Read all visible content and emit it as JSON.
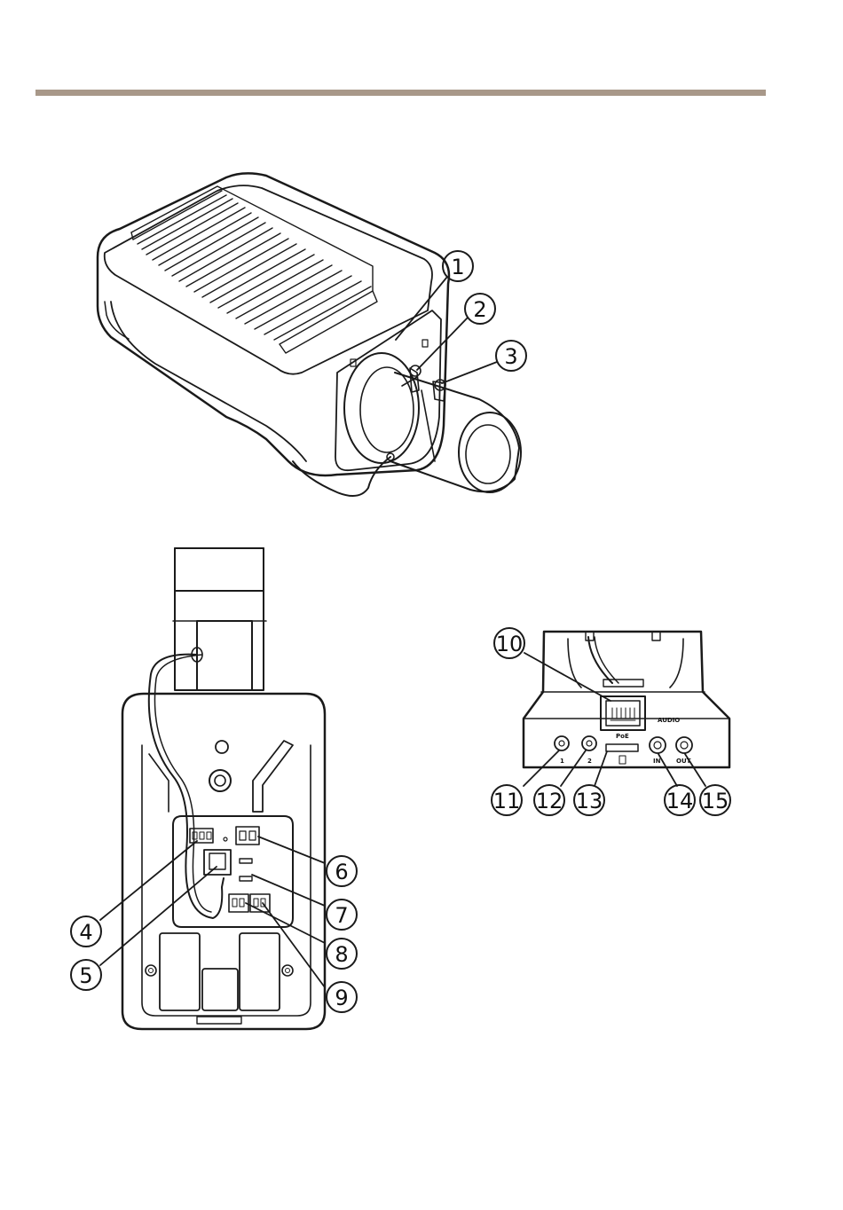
{
  "colors": {
    "rule": "#a89889",
    "line": "#1a1a1a"
  },
  "callouts": {
    "c1": "1",
    "c2": "2",
    "c3": "3",
    "c4": "4",
    "c5": "5",
    "c6": "6",
    "c7": "7",
    "c8": "8",
    "c9": "9",
    "c10": "10",
    "c11": "11",
    "c12": "12",
    "c13": "13",
    "c14": "14",
    "c15": "15"
  },
  "connector_labels": {
    "poe": "PoE",
    "audio": "AUDIO",
    "in_1": "1",
    "in_2": "2",
    "audio_in": "IN",
    "audio_out": "OUT"
  }
}
